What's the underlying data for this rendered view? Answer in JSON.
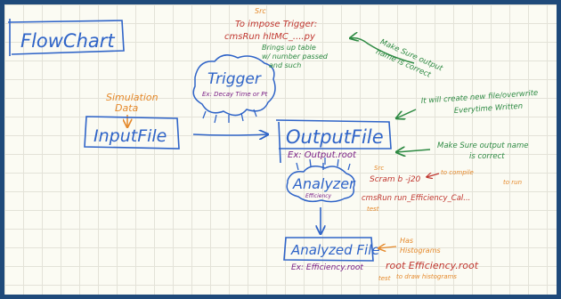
{
  "title": "FlowChart",
  "nodes": {
    "simulation": {
      "label": "Simulation\nData"
    },
    "input": {
      "label": "InputFile"
    },
    "trigger": {
      "label": "Trigger",
      "example": "Ex: Decay Time or Pt"
    },
    "output": {
      "label": "OutputFile",
      "example": "Ex: Output.root"
    },
    "analyzer": {
      "label": "Analyzer",
      "example": "Efficiency"
    },
    "analyzed": {
      "label": "Analyzed File",
      "example": "Ex: Efficiency.root"
    }
  },
  "notes": {
    "trigger_src": "Src",
    "trigger_cmd1": "To impose Trigger:",
    "trigger_cmd2": "cmsRun hltMC_....py",
    "trigger_table1": "Brings up table",
    "trigger_table2": "w/ number passed",
    "trigger_table3": "and such",
    "output_name1": "Make Sure output",
    "output_name2": "name is correct",
    "overwrite1": "It will create new file/overwrite",
    "overwrite2": "Everytime Written",
    "output_correct1": "Make Sure output name",
    "output_correct2": "is correct",
    "analyzer_src": "Src",
    "compile_cmd": "Scram b -j20",
    "compile_note": "to compile",
    "run_cmd": "cmsRun run_Efficiency_Cal...",
    "run_note": "to run",
    "analyzer_test": "test",
    "hist1": "Has",
    "hist2": "Histograms",
    "root_cmd": "root Efficiency.root",
    "root_test": "test",
    "root_note": "to draw histograms"
  },
  "colors": {
    "blue": "#2f64c8",
    "red": "#c0362f",
    "orange": "#e5892b",
    "green": "#2e8a43",
    "purple": "#7a1f86",
    "black": "#222222",
    "background": "#fbfbf3",
    "frame": "#1f4a7a"
  }
}
